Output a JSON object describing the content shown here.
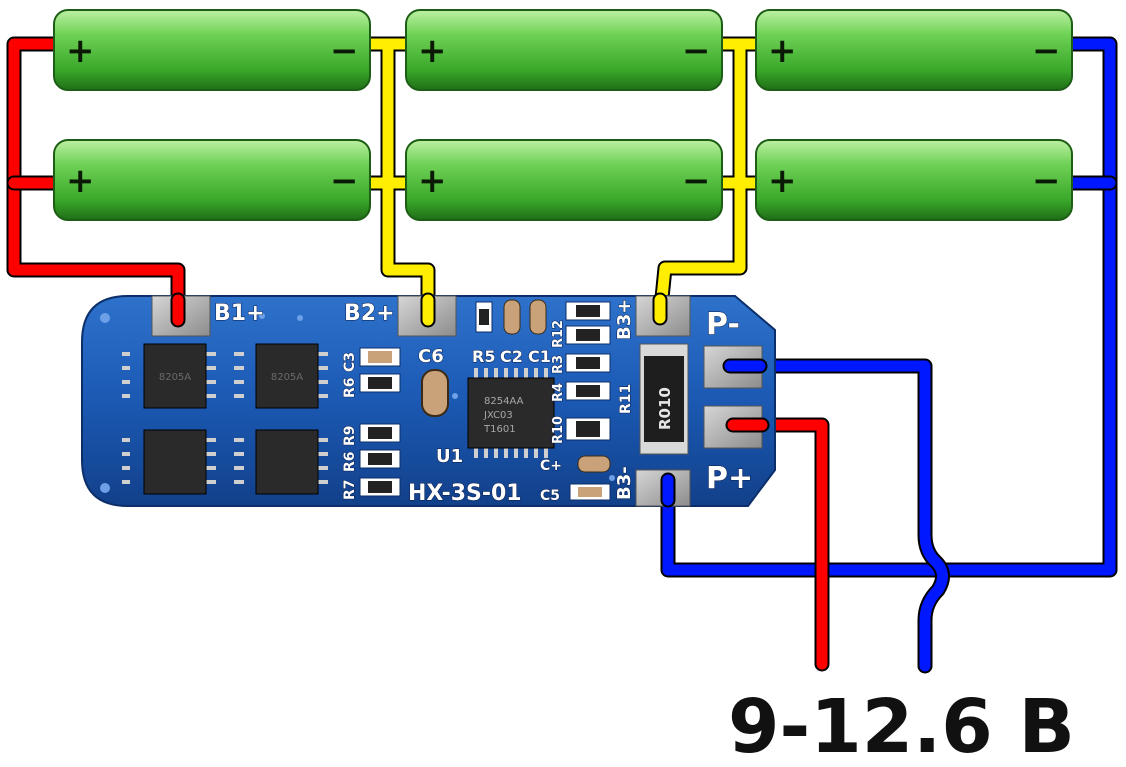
{
  "cells": {
    "plus_label": "+",
    "minus_label": "−"
  },
  "board": {
    "pads": {
      "b1_plus": "B1+",
      "b2_plus": "B2+",
      "b3_plus": "B3+",
      "b3_minus": "B3-",
      "p_minus": "P-",
      "p_plus": "P+"
    },
    "silkscreen": {
      "c3": "C3",
      "r6_top": "R6",
      "c6": "C6",
      "r5": "R5",
      "c2": "C2",
      "c1_top": "C1",
      "r12": "R12",
      "r3": "R3",
      "r4": "R4",
      "r11": "R11",
      "r10": "R10",
      "c1_bottom": "C+",
      "r9": "R9",
      "r6_bottom": "R6",
      "r7": "R7",
      "u1": "U1",
      "c5": "C5",
      "model": "HX-3S-01"
    },
    "components": {
      "shunt_resistor": "R010",
      "ic_marking_line1": "8254AA",
      "ic_marking_line2": "JXC03",
      "ic_marking_line3": "T1601",
      "mosfet_marking": "8205A"
    }
  },
  "output": {
    "voltage_label": "9-12.6 В"
  },
  "colors": {
    "positive_wire": "#ff0000",
    "balance_wire": "#ffff00",
    "negative_wire": "#0000ff",
    "cell_body": "#4cbf3a",
    "pcb": "#1a56b0"
  }
}
